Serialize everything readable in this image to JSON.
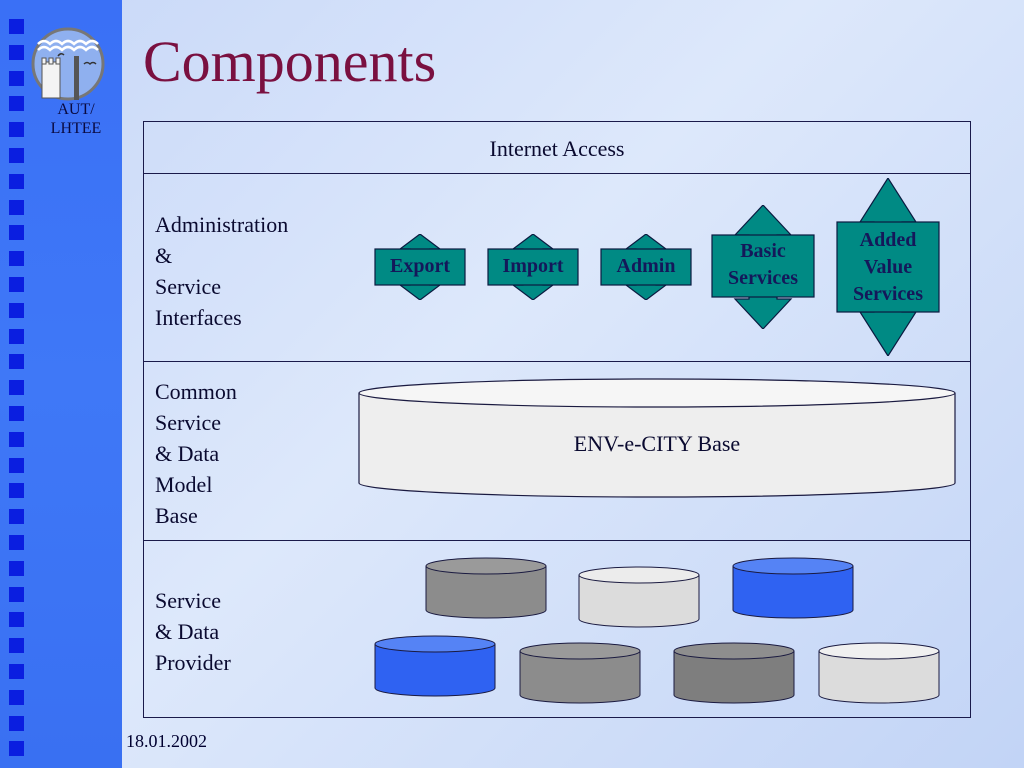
{
  "slide": {
    "title": "Components",
    "date": "18.01.2002",
    "logo": {
      "text_line1": "AUT/",
      "text_line2": "LHTEE"
    }
  },
  "diagram": {
    "top_row": "Internet Access",
    "rows": [
      {
        "label_lines": [
          "Administration",
          "&",
          "Service",
          "Interfaces"
        ]
      },
      {
        "label_lines": [
          "Common",
          "Service",
          "& Data",
          "Model",
          "Base"
        ]
      },
      {
        "label_lines": [
          "Service",
          "& Data",
          "Provider"
        ]
      }
    ],
    "interfaces": [
      {
        "lines": [
          "Export"
        ]
      },
      {
        "lines": [
          "Import"
        ]
      },
      {
        "lines": [
          "Admin"
        ]
      },
      {
        "lines": [
          "Basic",
          "Services"
        ]
      },
      {
        "lines": [
          "Added",
          "Value",
          "Services"
        ]
      }
    ],
    "base_label": "ENV-e-CITY Base",
    "colors": {
      "arrow_fill": "#008a84",
      "db_grey": "#8c8c8c",
      "db_light": "#dcdcdc",
      "db_blue": "#2f62f2",
      "title": "#7a1040",
      "sidebar_square": "#0a1ee0"
    }
  }
}
